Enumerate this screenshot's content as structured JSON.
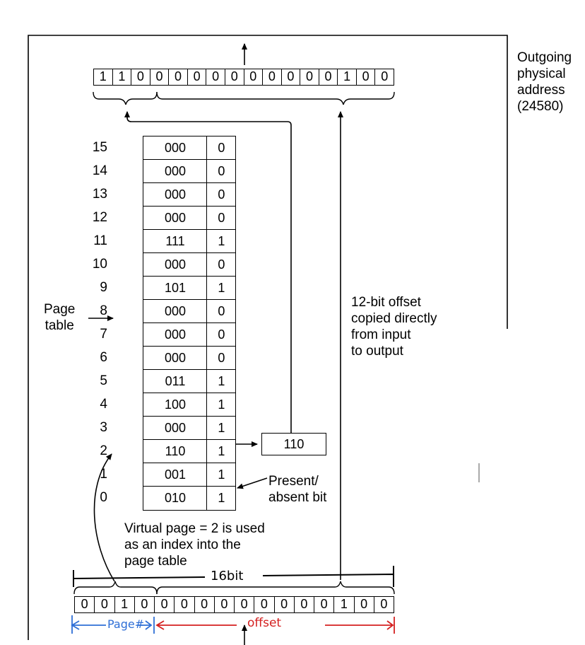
{
  "outgoing": {
    "bits": [
      "1",
      "1",
      "0",
      "0",
      "0",
      "0",
      "0",
      "0",
      "0",
      "0",
      "0",
      "0",
      "0",
      "1",
      "0",
      "0"
    ],
    "label_lines": [
      "Outgoing",
      "physical",
      "address",
      "(24580)"
    ]
  },
  "incoming": {
    "bits": [
      "0",
      "0",
      "1",
      "0",
      "0",
      "0",
      "0",
      "0",
      "0",
      "0",
      "0",
      "0",
      "0",
      "1",
      "0",
      "0"
    ]
  },
  "page_table": {
    "label_lines": [
      "Page",
      "table"
    ],
    "rows": [
      {
        "index": "15",
        "frame": "000",
        "present": "0"
      },
      {
        "index": "14",
        "frame": "000",
        "present": "0"
      },
      {
        "index": "13",
        "frame": "000",
        "present": "0"
      },
      {
        "index": "12",
        "frame": "000",
        "present": "0"
      },
      {
        "index": "11",
        "frame": "111",
        "present": "1"
      },
      {
        "index": "10",
        "frame": "000",
        "present": "0"
      },
      {
        "index": "9",
        "frame": "101",
        "present": "1"
      },
      {
        "index": "8",
        "frame": "000",
        "present": "0"
      },
      {
        "index": "7",
        "frame": "000",
        "present": "0"
      },
      {
        "index": "6",
        "frame": "000",
        "present": "0"
      },
      {
        "index": "5",
        "frame": "011",
        "present": "1"
      },
      {
        "index": "4",
        "frame": "100",
        "present": "1"
      },
      {
        "index": "3",
        "frame": "000",
        "present": "1"
      },
      {
        "index": "2",
        "frame": "110",
        "present": "1"
      },
      {
        "index": "1",
        "frame": "001",
        "present": "1"
      },
      {
        "index": "0",
        "frame": "010",
        "present": "1"
      }
    ]
  },
  "selected_frame": "110",
  "offset_note_lines": [
    "12-bit offset",
    "copied directly",
    "from input",
    "to output"
  ],
  "present_bit_lines": [
    "Present/",
    "absent bit"
  ],
  "virtual_page_note_lines": [
    "Virtual page = 2 is used",
    "as an index into the",
    "page table"
  ],
  "annotations": {
    "bits16": "16bit",
    "page_no": "Page#",
    "offset": "offset"
  },
  "colors": {
    "annotation_blue": "#2f6fd6",
    "annotation_red": "#d42020"
  }
}
